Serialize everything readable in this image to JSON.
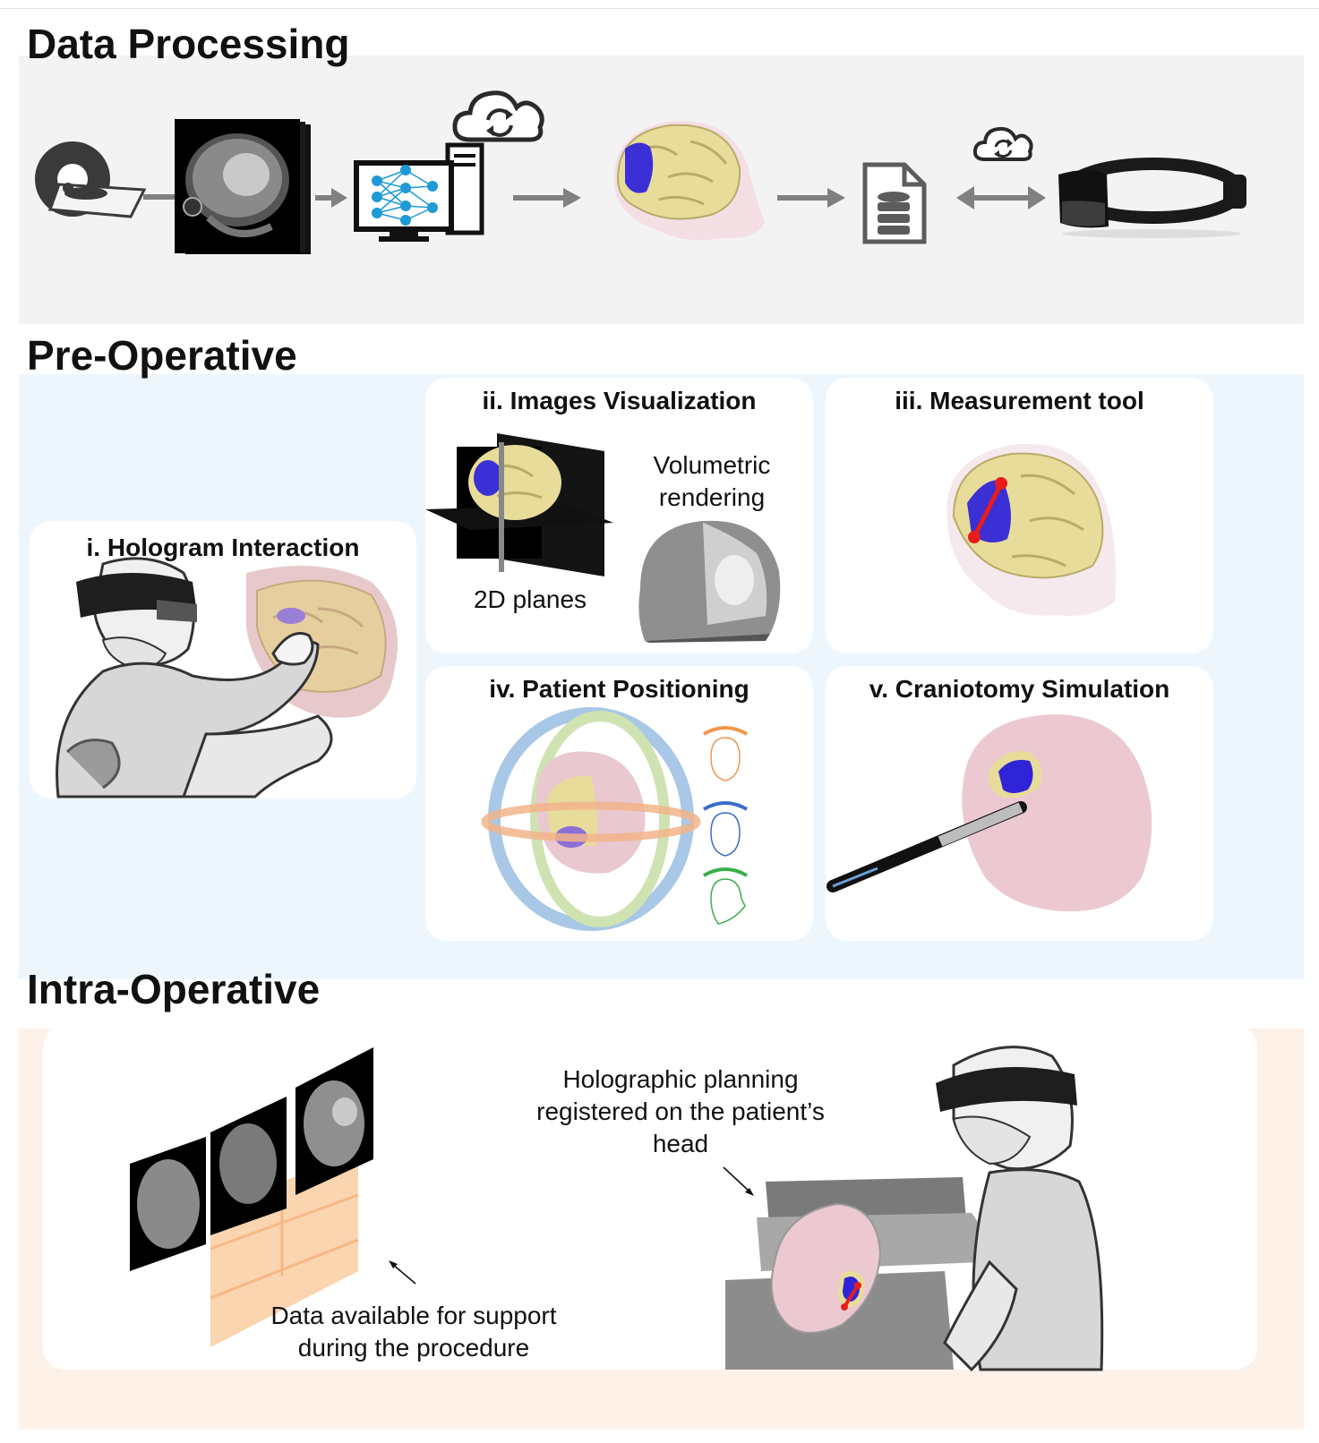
{
  "sections": {
    "data_processing": {
      "title": "Data Processing"
    },
    "pre_operative": {
      "title": "Pre-Operative",
      "panels": {
        "hologram": {
          "title": "i. Hologram Interaction"
        },
        "images": {
          "title": "ii. Images Visualization",
          "volumetric_line1": "Volumetric",
          "volumetric_line2": "rendering",
          "planes_label": "2D planes"
        },
        "measurement": {
          "title": "iii. Measurement tool"
        },
        "positioning": {
          "title": "iv. Patient Positioning"
        },
        "craniotomy": {
          "title": "v. Craniotomy Simulation"
        }
      }
    },
    "intra_operative": {
      "title": "Intra-Operative",
      "holographic_line1": "Holographic planning",
      "holographic_line2": "registered on the patient’s",
      "holographic_line3": "head",
      "data_line1": "Data available for support",
      "data_line2": "during the procedure"
    }
  },
  "colors": {
    "band_gray": "#f3f3f3",
    "band_blue": "#eef6fd",
    "band_peach": "#fdf1e8",
    "brain": "#e8dc9a",
    "tumor": "#3b2fd6",
    "head_skin": "#f2d6dc",
    "network_blue": "#1e9ad6",
    "measure_red": "#e81c1c",
    "arrow_gray": "#808080"
  },
  "icons": [
    "mri-scanner-icon",
    "mri-slices-icon",
    "neural-network-computer-icon",
    "cloud-sync-icon",
    "brain-model-icon",
    "database-file-icon",
    "hololens-headset-icon"
  ]
}
